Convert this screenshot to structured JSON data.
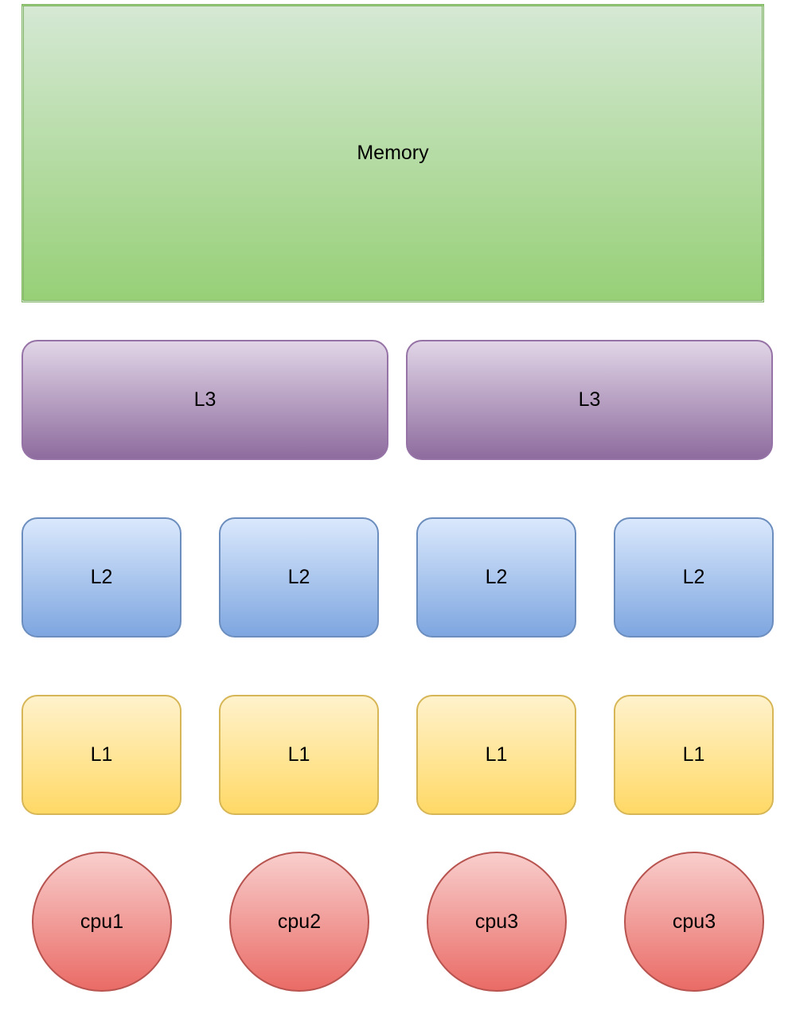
{
  "colors": {
    "memory_fill": "#97d077",
    "memory_stroke": "#82b366",
    "l3_fill": "#8e6c9e",
    "l3_stroke": "#9673a6",
    "l2_fill": "#7ea6e0",
    "l2_stroke": "#6c8ebf",
    "l1_fill": "#ffd966",
    "l1_stroke": "#d6b656",
    "cpu_fill": "#ea6b66",
    "cpu_stroke": "#b85450"
  },
  "memory": {
    "label": "Memory"
  },
  "l3": [
    {
      "label": "L3"
    },
    {
      "label": "L3"
    }
  ],
  "l2": [
    {
      "label": "L2"
    },
    {
      "label": "L2"
    },
    {
      "label": "L2"
    },
    {
      "label": "L2"
    }
  ],
  "l1": [
    {
      "label": "L1"
    },
    {
      "label": "L1"
    },
    {
      "label": "L1"
    },
    {
      "label": "L1"
    }
  ],
  "cpus": [
    {
      "label": "cpu1"
    },
    {
      "label": "cpu2"
    },
    {
      "label": "cpu3"
    },
    {
      "label": "cpu3"
    }
  ]
}
